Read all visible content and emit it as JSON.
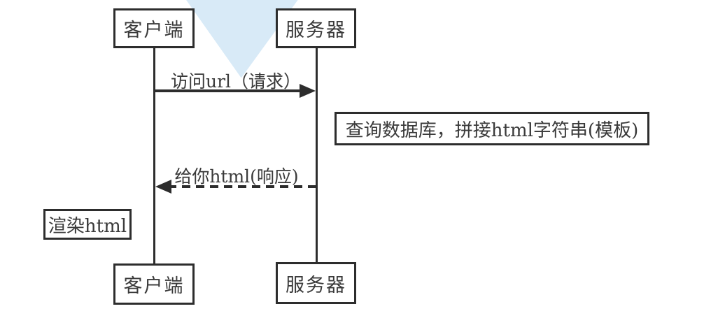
{
  "diagram": {
    "title": "client-server sequence diagram (server-side rendering flow)",
    "actors": {
      "top_left": "客户端",
      "top_right": "服务器",
      "bottom_left": "客户端",
      "bottom_right": "服务器"
    },
    "messages": {
      "request_label": "访问url（请求）",
      "response_label": "给你html(响应)"
    },
    "notes": {
      "server_note": "查询数据库，拼接html字符串(模板)",
      "client_note": "渲染html"
    },
    "colors": {
      "line": "#2d2d2d",
      "text": "#3a3a3a",
      "background": "#ffffff",
      "watermark": "#d8eaf7"
    }
  }
}
